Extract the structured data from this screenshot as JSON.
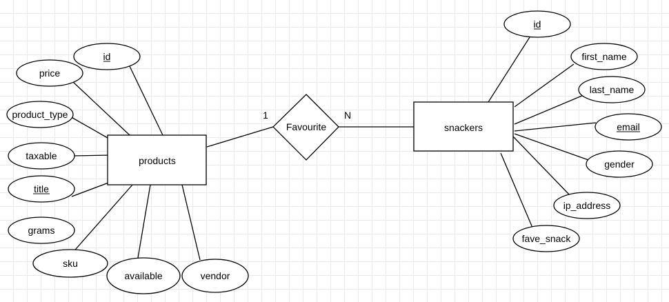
{
  "diagram": {
    "entities": {
      "products": "products",
      "snackers": "snackers"
    },
    "relationship": {
      "name": "Favourite",
      "left_cardinality": "1",
      "right_cardinality": "N"
    },
    "products_attributes": {
      "id": "id",
      "price": "price",
      "product_type": "product_type",
      "taxable": "taxable",
      "title": "title",
      "grams": "grams",
      "sku": "sku",
      "available": "available",
      "vendor": "vendor"
    },
    "snackers_attributes": {
      "id": "id",
      "first_name": "first_name",
      "last_name": "last_name",
      "email": "email",
      "gender": "gender",
      "ip_address": "ip_address",
      "fave_snack": "fave_snack"
    }
  }
}
